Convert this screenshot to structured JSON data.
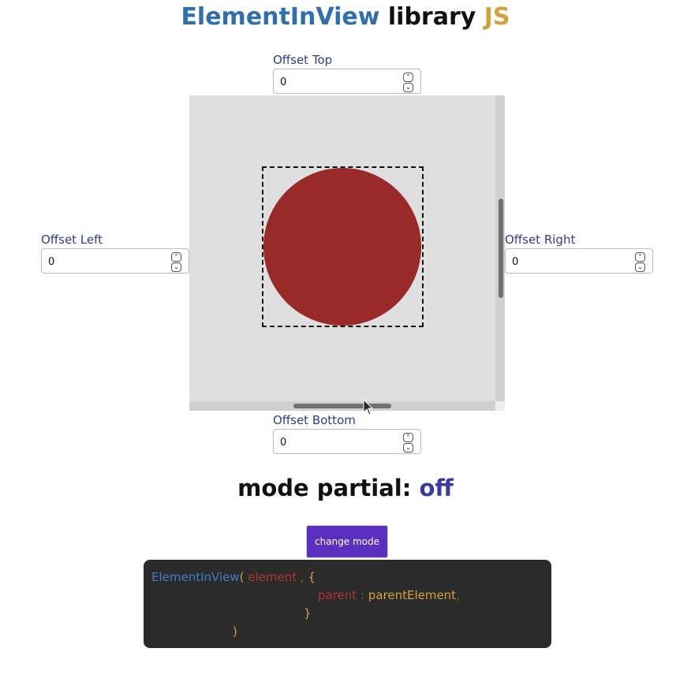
{
  "header": {
    "title_part1": "ElementInView",
    "title_part2": "library",
    "title_part3": "JS"
  },
  "offsets": {
    "top": {
      "label": "Offset Top",
      "value": "0"
    },
    "left": {
      "label": "Offset Left",
      "value": "0"
    },
    "right": {
      "label": "Offset Right",
      "value": "0"
    },
    "bottom": {
      "label": "Offset Bottom",
      "value": "0"
    }
  },
  "spinner": {
    "up": "⌃",
    "down": "⌄"
  },
  "mode": {
    "label": "mode partial:",
    "state": "off"
  },
  "button": {
    "label": "change mode"
  },
  "code": {
    "fn": "ElementInView",
    "open_paren": "(",
    "arg": "element",
    "comma": ",",
    "open_brace": "{",
    "key": "parent",
    "colon": ":",
    "val": "parentElement",
    "trail_comma": ",",
    "close_brace": "}",
    "close_paren": ")"
  },
  "colors": {
    "circle": "#9a2a2a",
    "viewport_bg": "#dfdfdf",
    "button_bg": "#5b2fbf",
    "label_blue": "#2e3a9a",
    "title_blue": "#2e6fb0",
    "title_gold": "#d4a23a",
    "code_bg": "#2b2b2b"
  }
}
